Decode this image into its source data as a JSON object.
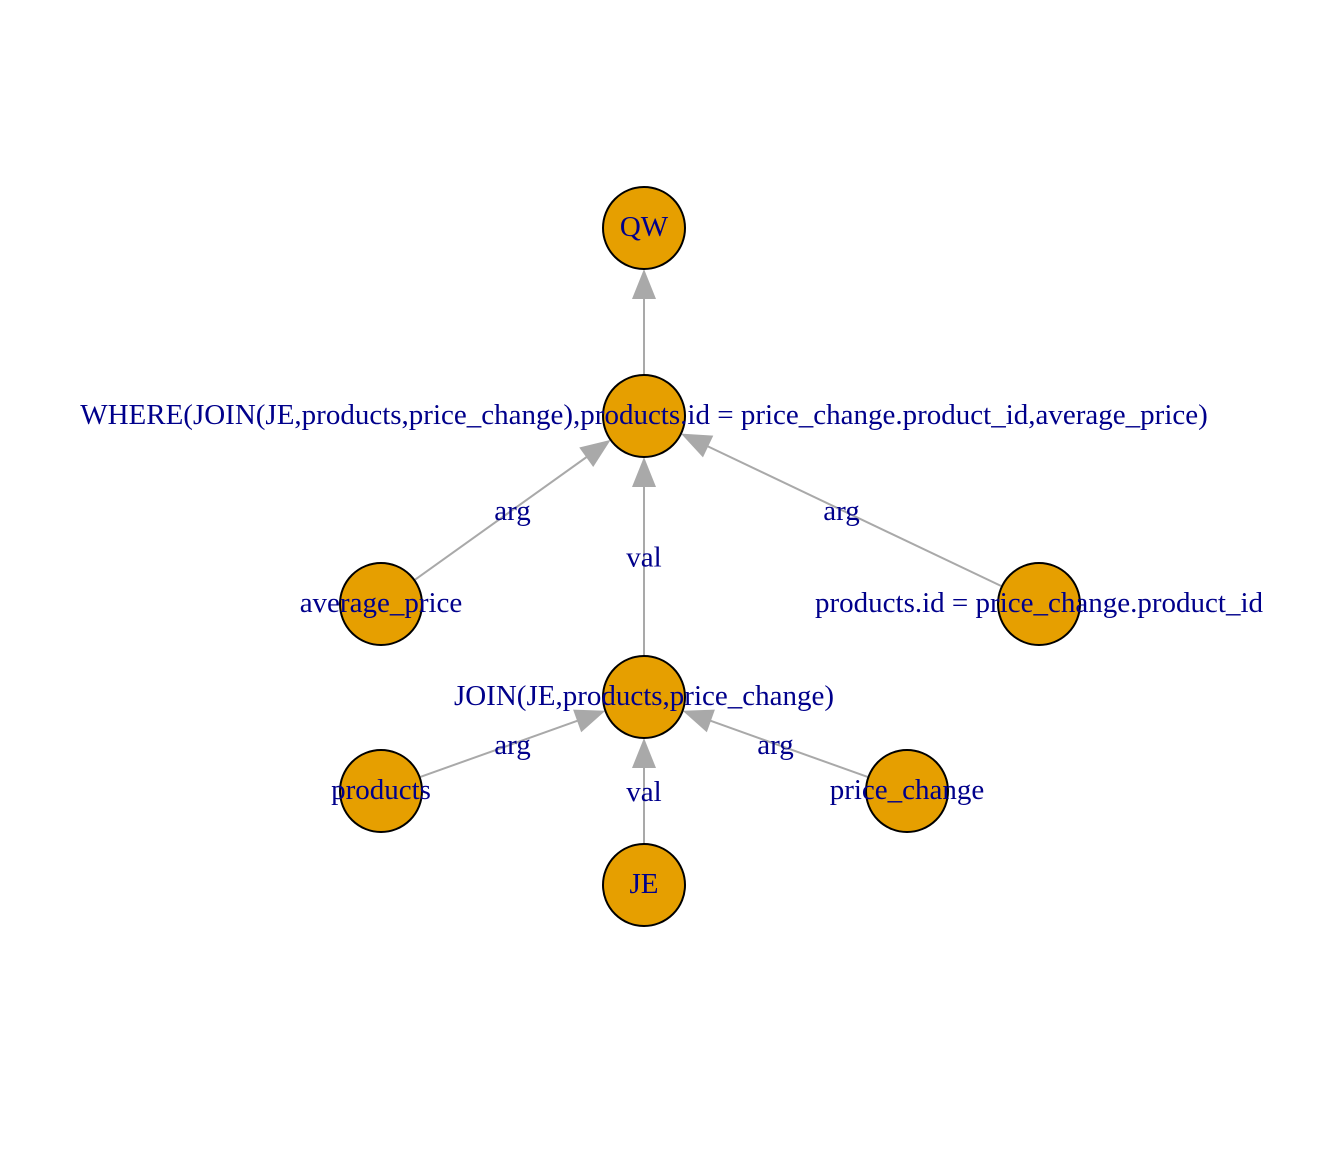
{
  "graph": {
    "colors": {
      "node_fill": "#E69F00",
      "node_stroke": "#000000",
      "label": "#00008B",
      "edge": "#A9A9A9"
    },
    "nodes": [
      {
        "id": "qw",
        "label": "QW"
      },
      {
        "id": "where",
        "label": "WHERE(JOIN(JE,products,price_change),products.id = price_change.product_id,average_price)"
      },
      {
        "id": "average_price",
        "label": "average_price"
      },
      {
        "id": "cond",
        "label": "products.id = price_change.product_id"
      },
      {
        "id": "join",
        "label": "JOIN(JE,products,price_change)"
      },
      {
        "id": "products",
        "label": "products"
      },
      {
        "id": "price_change",
        "label": "price_change"
      },
      {
        "id": "je",
        "label": "JE"
      }
    ],
    "edges": [
      {
        "from": "where",
        "to": "qw",
        "label": ""
      },
      {
        "from": "average_price",
        "to": "where",
        "label": "arg"
      },
      {
        "from": "join",
        "to": "where",
        "label": "val"
      },
      {
        "from": "cond",
        "to": "where",
        "label": "arg"
      },
      {
        "from": "products",
        "to": "join",
        "label": "arg"
      },
      {
        "from": "je",
        "to": "join",
        "label": "val"
      },
      {
        "from": "price_change",
        "to": "join",
        "label": "arg"
      }
    ]
  }
}
